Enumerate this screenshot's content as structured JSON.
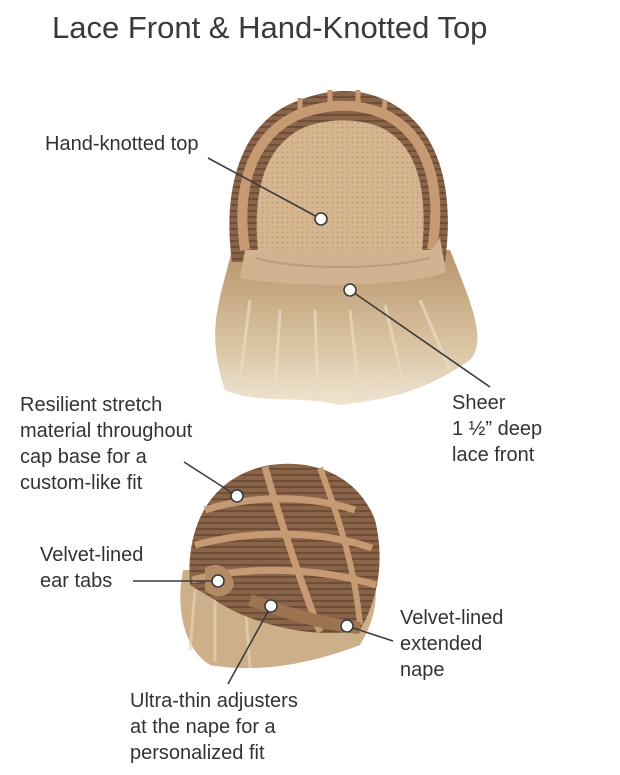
{
  "title": "Lace Front & Hand-Knotted Top",
  "labels": {
    "hand_knotted_top": [
      "Hand-knotted top"
    ],
    "sheer_lace_front": [
      "Sheer",
      "1 ½” deep",
      "lace front"
    ],
    "stretch_material": [
      "Resilient stretch",
      "material throughout",
      "cap base for a",
      "custom-like fit"
    ],
    "ear_tabs": [
      "Velvet-lined",
      "ear tabs"
    ],
    "extended_nape": [
      "Velvet-lined",
      "extended",
      "nape"
    ],
    "adjusters": [
      "Ultra-thin adjusters",
      "at the nape for a",
      "personalized fit"
    ]
  },
  "colors": {
    "text": "#333333",
    "leader": "#3c3c3c",
    "hair_light": "#d9c3a0",
    "hair_dark": "#8c6a4c",
    "cap_band": "#c69a72",
    "lace": "#d2b290"
  }
}
